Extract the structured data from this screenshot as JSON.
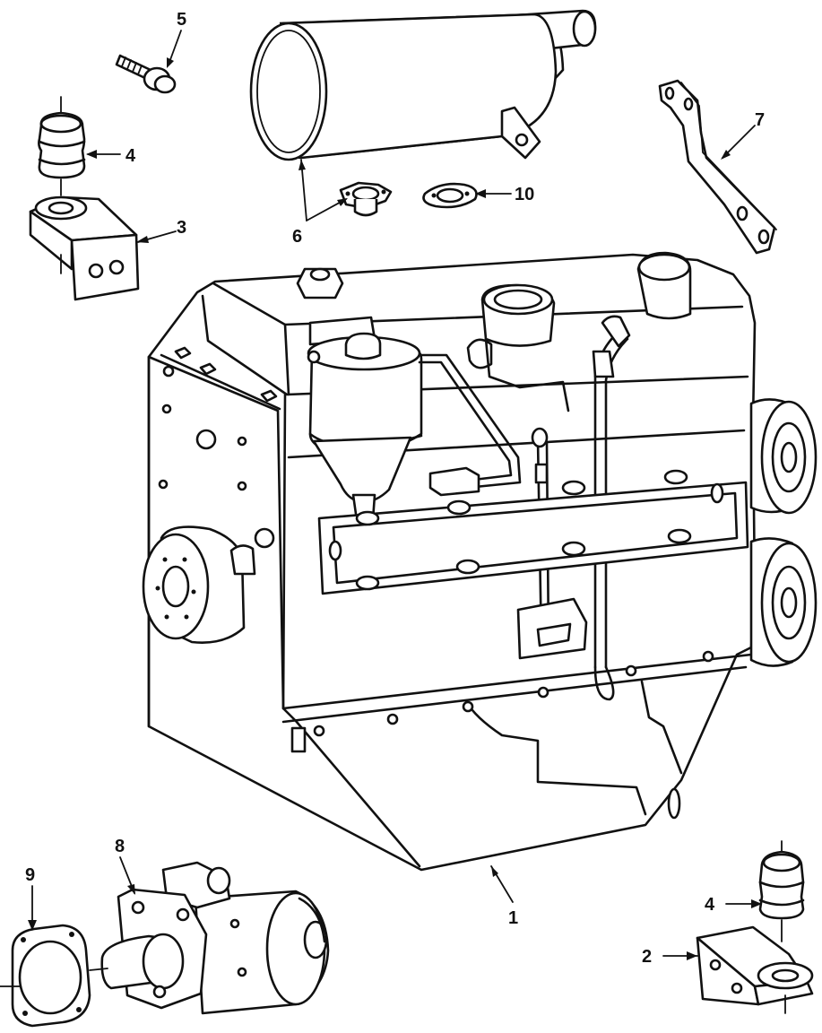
{
  "diagram": {
    "callouts": [
      {
        "id": "c1",
        "text": "1"
      },
      {
        "id": "c2",
        "text": "2"
      },
      {
        "id": "c3",
        "text": "3"
      },
      {
        "id": "c4a",
        "text": "4"
      },
      {
        "id": "c4b",
        "text": "4"
      },
      {
        "id": "c5",
        "text": "5"
      },
      {
        "id": "c6",
        "text": "6"
      },
      {
        "id": "c7",
        "text": "7"
      },
      {
        "id": "c8",
        "text": "8"
      },
      {
        "id": "c9",
        "text": "9"
      },
      {
        "id": "c10",
        "text": "10"
      }
    ]
  }
}
